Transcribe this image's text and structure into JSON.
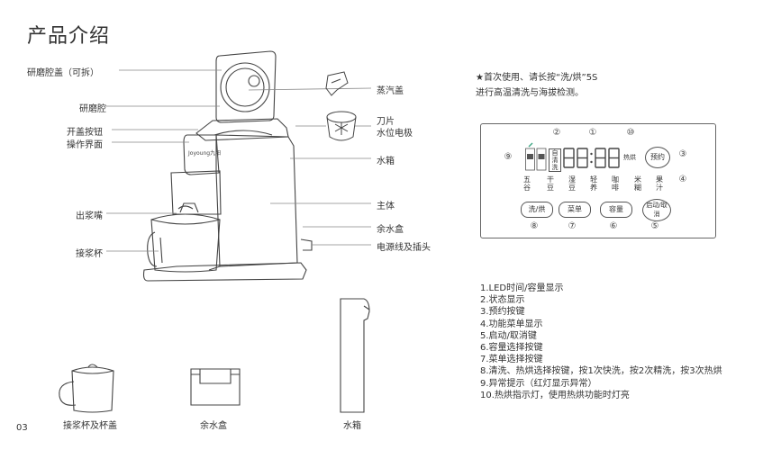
{
  "page": {
    "title": "产品介绍",
    "page_number": "03"
  },
  "labels_left": {
    "grinding_cover": "研磨腔盖（可拆）",
    "grinding_chamber": "研磨腔",
    "open_button": "开盖按钮",
    "control_panel": "操作界面",
    "spout": "出浆嘴",
    "cup": "接浆杯"
  },
  "labels_right": {
    "steam_cover": "蒸汽盖",
    "blade": "刀片",
    "water_electrode": "水位电极",
    "water_tank": "水箱",
    "main_body": "主体",
    "waste_box": "余水盒",
    "power_cord": "电源线及插头"
  },
  "brand": "Joyoung九阳",
  "note": {
    "line1": "★首次使用、请长按“洗/烘”5S",
    "line2": "进行高温清洗与海拔检测。"
  },
  "panel": {
    "display": "88:88",
    "hot_dry_label": "热烘",
    "reserve_button": "预约",
    "wash_button": "洗/烘",
    "menu_button": "菜单",
    "capacity_button": "容量",
    "start_button": "启动/取消",
    "mode_icons": [
      "自清洗"
    ],
    "functions": [
      "五谷",
      "干豆",
      "湿豆",
      "轻养",
      "咖啡",
      "米糊",
      "果汁"
    ],
    "numbers": [
      "①",
      "②",
      "③",
      "④",
      "⑤",
      "⑥",
      "⑦",
      "⑧",
      "⑨",
      "⑩"
    ]
  },
  "legend": [
    "1.LED时间/容量显示",
    "2.状态显示",
    "3.预约按键",
    "4.功能菜单显示",
    "5.启动/取消键",
    "6.容量选择按键",
    "7.菜单选择按键",
    "8.清洗、热烘选择按键，按1次快洗，按2次精洗，按3次热烘",
    "9.异常提示（红灯显示异常）",
    "10.热烘指示灯，使用热烘功能时灯亮"
  ],
  "captions": {
    "cup": "接浆杯及杯盖",
    "waste_box": "余水盒",
    "tank": "水箱"
  }
}
